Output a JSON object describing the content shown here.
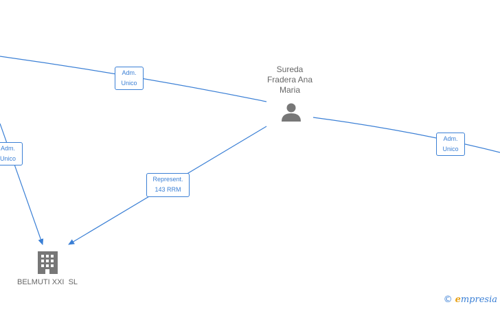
{
  "person": {
    "name_line1": "Sureda",
    "name_line2": "Fradera Ana",
    "name_line3": "Maria",
    "icon": "person-icon"
  },
  "company": {
    "name": "BELMUTI XXI  SL",
    "icon": "building-icon"
  },
  "edges": {
    "adm_top": {
      "line1": "Adm.",
      "line2": "Unico"
    },
    "adm_left": {
      "line1": "Adm.",
      "line2": "Unico"
    },
    "adm_right": {
      "line1": "Adm.",
      "line2": "Unico"
    },
    "represent": {
      "line1": "Represent.",
      "line2": "143 RRM"
    }
  },
  "brand": {
    "copyright": "©",
    "e": "e",
    "rest": "mpresia"
  },
  "colors": {
    "edge": "#3a7fd5",
    "icon": "#777777",
    "brand_accent": "#e8a013"
  }
}
